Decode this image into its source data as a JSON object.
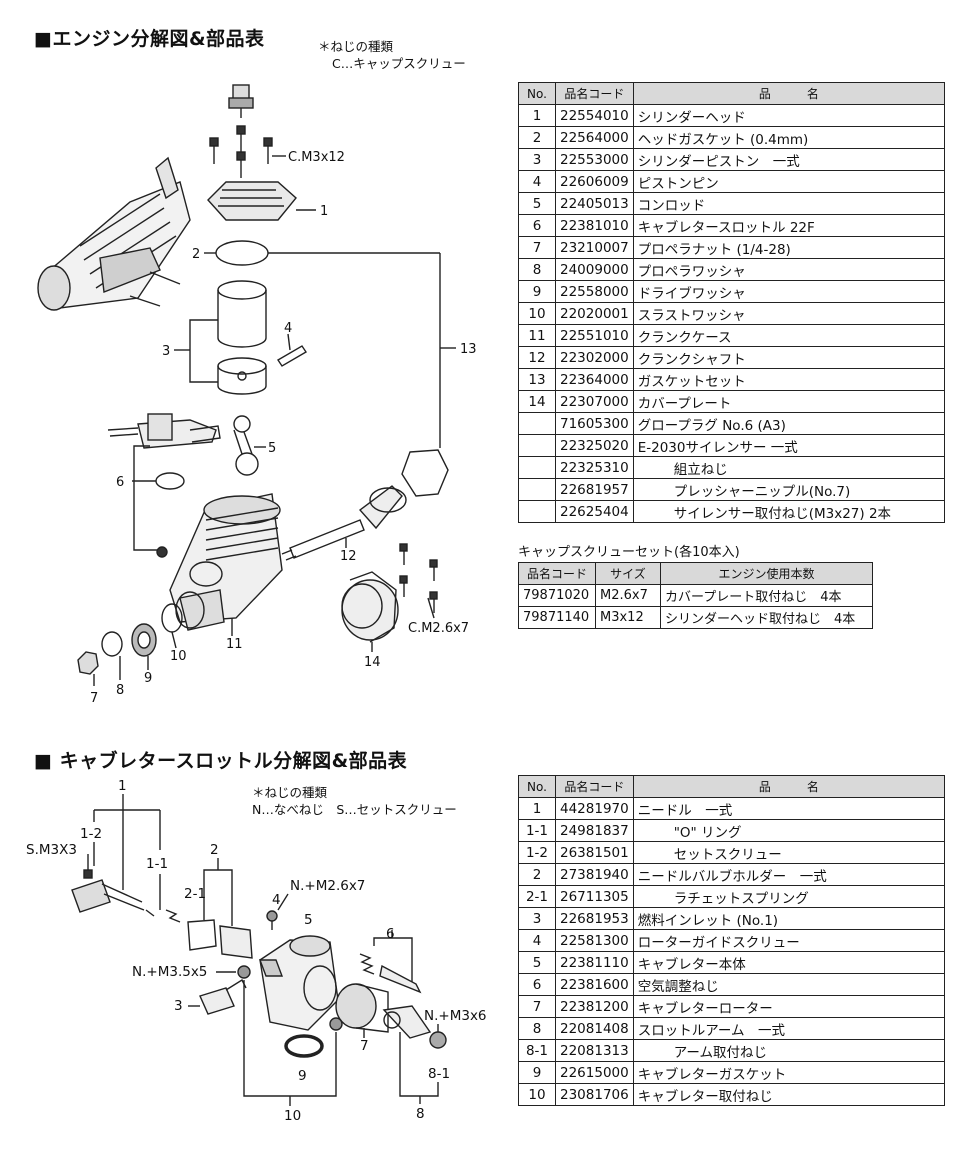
{
  "engine": {
    "title": "■エンジン分解図&部品表",
    "note_lines": [
      "＊ねじの種類",
      "C…キャップスクリュー"
    ],
    "diagram_labels": {
      "screw_cm3x12": "C.M3x12",
      "screw_cm26x7": "C.M2.6x7",
      "parts": [
        "1",
        "2",
        "3",
        "4",
        "5",
        "6",
        "7",
        "8",
        "9",
        "10",
        "11",
        "12",
        "13",
        "14"
      ]
    },
    "table_headers": [
      "No.",
      "品名コード",
      "品　　　名"
    ],
    "parts": [
      {
        "no": "1",
        "code": "22554010",
        "name": "シリンダーヘッド"
      },
      {
        "no": "2",
        "code": "22564000",
        "name": "ヘッドガスケット (0.4mm)"
      },
      {
        "no": "3",
        "code": "22553000",
        "name": "シリンダーピストン　一式"
      },
      {
        "no": "4",
        "code": "22606009",
        "name": "ピストンピン"
      },
      {
        "no": "5",
        "code": "22405013",
        "name": "コンロッド"
      },
      {
        "no": "6",
        "code": "22381010",
        "name": "キャブレタースロットル 22F"
      },
      {
        "no": "7",
        "code": "23210007",
        "name": "プロペラナット (1/4-28)"
      },
      {
        "no": "8",
        "code": "24009000",
        "name": "プロペラワッシャ"
      },
      {
        "no": "9",
        "code": "22558000",
        "name": "ドライブワッシャ"
      },
      {
        "no": "10",
        "code": "22020001",
        "name": "スラストワッシャ"
      },
      {
        "no": "11",
        "code": "22551010",
        "name": "クランクケース"
      },
      {
        "no": "12",
        "code": "22302000",
        "name": "クランクシャフト"
      },
      {
        "no": "13",
        "code": "22364000",
        "name": "ガスケットセット"
      },
      {
        "no": "14",
        "code": "22307000",
        "name": "カバープレート"
      },
      {
        "no": "",
        "code": "71605300",
        "name": "グロープラグ No.6 (A3)"
      },
      {
        "no": "",
        "code": "22325020",
        "name": "E-2030サイレンサー 一式"
      },
      {
        "no": "",
        "code": "22325310",
        "name": "組立ねじ",
        "indent": true
      },
      {
        "no": "",
        "code": "22681957",
        "name": "プレッシャーニップル(No.7)",
        "indent": true
      },
      {
        "no": "",
        "code": "22625404",
        "name": "サイレンサー取付ねじ(M3x27) 2本",
        "indent": true
      }
    ],
    "cap_screw_set": {
      "title": "キャップスクリューセット(各10本入)",
      "headers": [
        "品名コード",
        "サイズ",
        "エンジン使用本数"
      ],
      "rows": [
        {
          "code": "79871020",
          "size": "M2.6x7",
          "use": "カバープレート取付ねじ　4本"
        },
        {
          "code": "79871140",
          "size": "M3x12",
          "use": "シリンダーヘッド取付ねじ　4本"
        }
      ]
    }
  },
  "carb": {
    "title": "■ キャブレタースロットル分解図&部品表",
    "note_lines": [
      "＊ねじの種類",
      "N…なべねじ　S…セットスクリュー"
    ],
    "diagram_labels": {
      "sm3x3": "S.M3X3",
      "nm26x7": "N.+M2.6x7",
      "nm35x5": "N.+M3.5x5",
      "nm3x6": "N.+M3x6",
      "l1": "1",
      "l12": "1-2",
      "l11": "1-1",
      "l2": "2",
      "l21": "2-1",
      "l3": "3",
      "l4": "4",
      "l5": "5",
      "l6": "6",
      "l7": "7",
      "l8": "8",
      "l81": "8-1",
      "l9": "9",
      "l10": "10"
    },
    "table_headers": [
      "No.",
      "品名コード",
      "品　　　名"
    ],
    "parts": [
      {
        "no": "1",
        "code": "44281970",
        "name": "ニードル　一式"
      },
      {
        "no": "1-1",
        "code": "24981837",
        "name": "\"O\" リング",
        "indent": true
      },
      {
        "no": "1-2",
        "code": "26381501",
        "name": "セットスクリュー",
        "indent": true
      },
      {
        "no": "2",
        "code": "27381940",
        "name": "ニードルバルブホルダー　一式"
      },
      {
        "no": "2-1",
        "code": "26711305",
        "name": "ラチェットスプリング",
        "indent": true
      },
      {
        "no": "3",
        "code": "22681953",
        "name": "燃料インレット (No.1)"
      },
      {
        "no": "4",
        "code": "22581300",
        "name": "ローターガイドスクリュー"
      },
      {
        "no": "5",
        "code": "22381110",
        "name": "キャブレター本体"
      },
      {
        "no": "6",
        "code": "22381600",
        "name": "空気調整ねじ"
      },
      {
        "no": "7",
        "code": "22381200",
        "name": "キャブレターローター"
      },
      {
        "no": "8",
        "code": "22081408",
        "name": "スロットルアーム　一式"
      },
      {
        "no": "8-1",
        "code": "22081313",
        "name": "アーム取付ねじ",
        "indent": true
      },
      {
        "no": "9",
        "code": "22615000",
        "name": "キャブレターガスケット"
      },
      {
        "no": "10",
        "code": "23081706",
        "name": "キャブレター取付ねじ"
      }
    ]
  }
}
